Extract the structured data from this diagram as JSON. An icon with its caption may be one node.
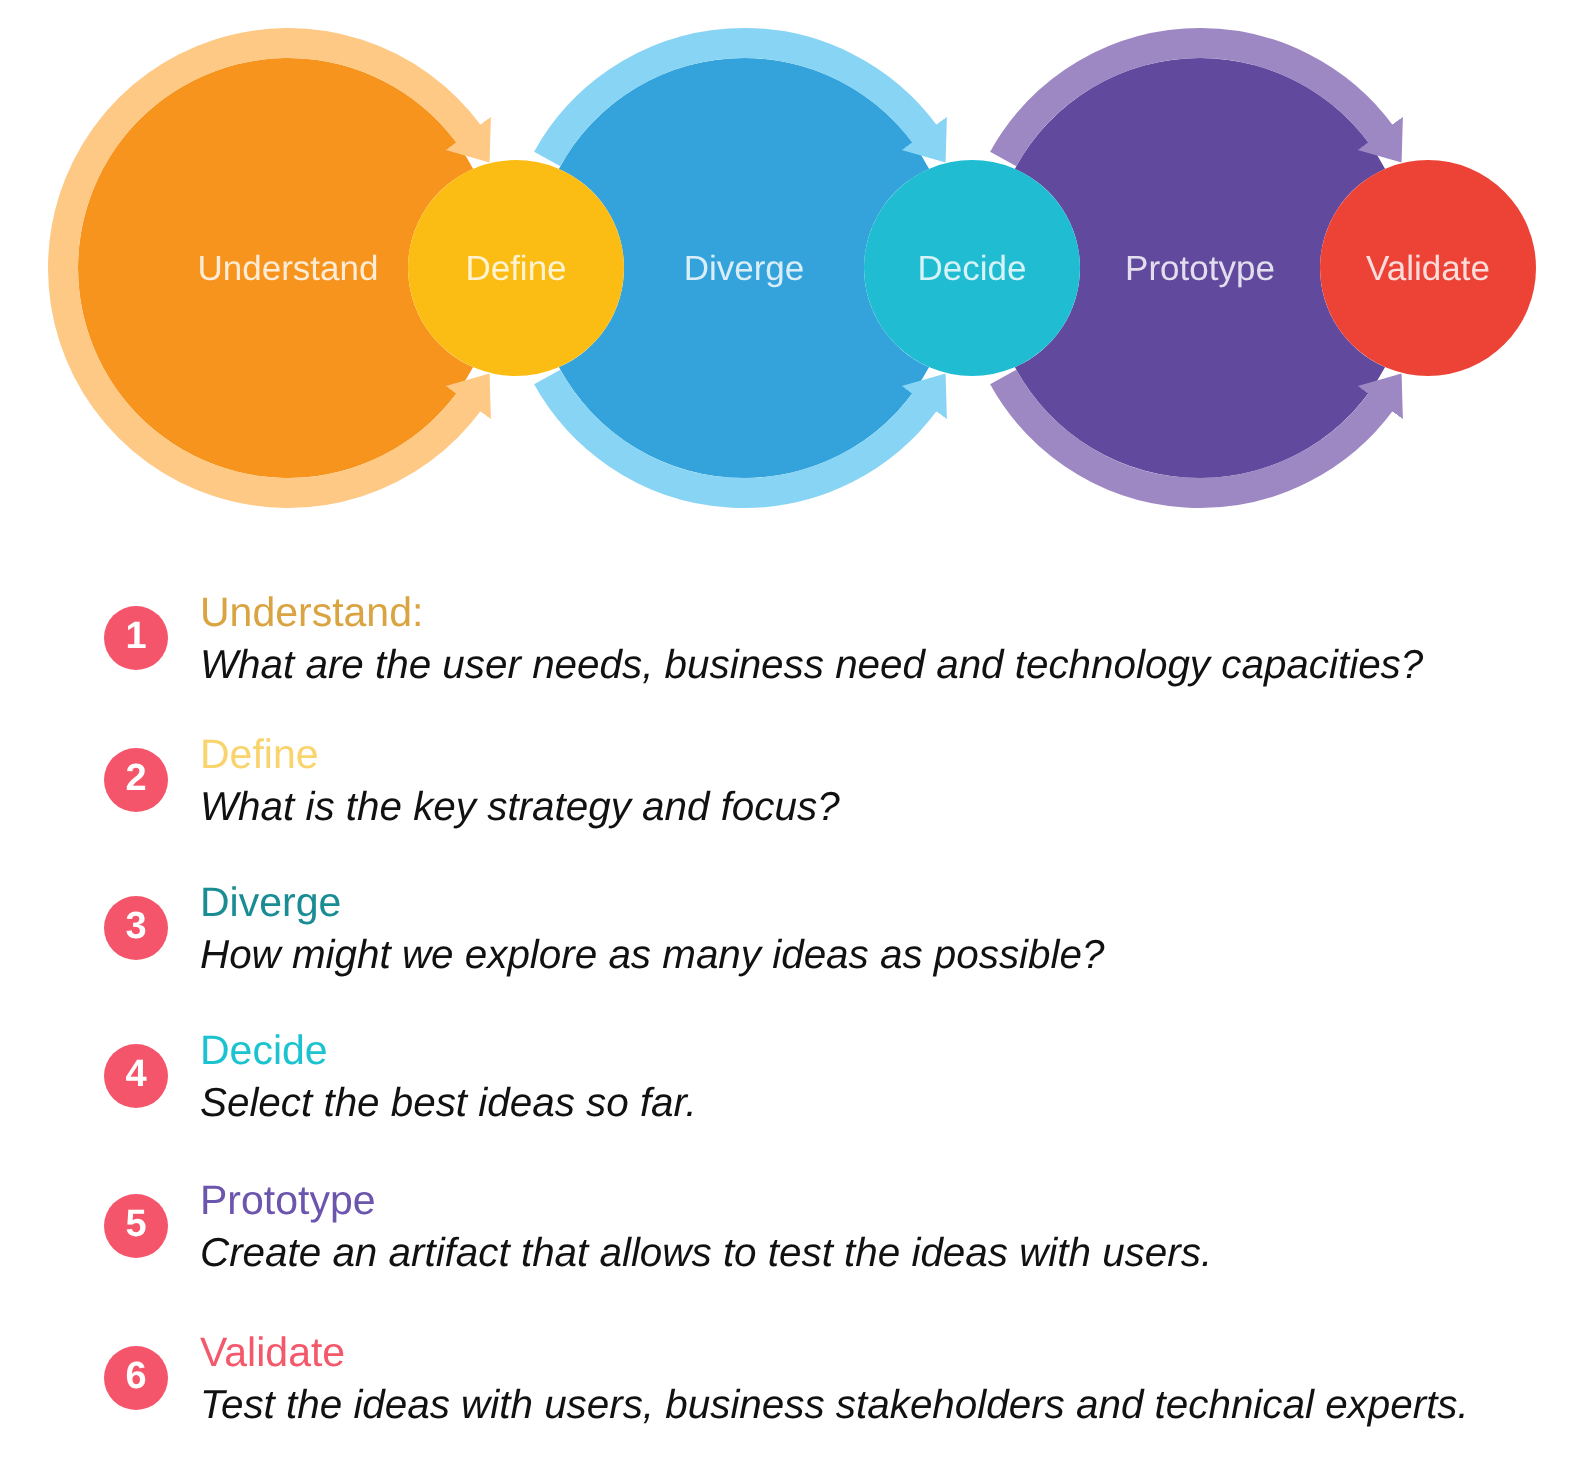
{
  "diagram": {
    "nodes": [
      {
        "text": [
          "Understand"
        ]
      },
      {
        "text": [
          "Define"
        ]
      },
      {
        "text": [
          "Diverge"
        ]
      },
      {
        "text": [
          "Decide"
        ]
      },
      {
        "text": [
          "Prototype"
        ]
      },
      {
        "text": [
          "Validate"
        ]
      },
      {
        "text": [
          "1"
        ],
        "beside": [
          "Understand:",
          "What are the user needs, business need and technology capacities?"
        ]
      },
      {
        "text": [
          "2"
        ],
        "beside": [
          "Define",
          "What is the key strategy and focus?"
        ]
      },
      {
        "text": [
          "3"
        ],
        "beside": [
          "Diverge",
          "How might we explore as many ideas as possible?"
        ]
      },
      {
        "text": [
          "4"
        ],
        "beside": [
          "Decide",
          "Select the best ideas so far."
        ]
      },
      {
        "text": [
          "5"
        ],
        "beside": [
          "Prototype",
          "Create an artifact that allows to test the ideas with users."
        ]
      },
      {
        "text": [
          "6"
        ],
        "beside": [
          "Validate",
          "Test the ideas with users, business stakeholders and technical experts."
        ]
      }
    ],
    "edges": [
      {
        "from": 0,
        "to": 1,
        "arrow": "to",
        "color": "#fdc985"
      },
      {
        "from": 0,
        "to": 1,
        "arrow": "to",
        "color": "#fdc985"
      },
      {
        "from": 2,
        "to": 3,
        "arrow": "to",
        "color": "#87d4f5"
      },
      {
        "from": 2,
        "to": 3,
        "arrow": "to",
        "color": "#87d4f5"
      },
      {
        "from": 4,
        "to": 5,
        "arrow": "to",
        "color": "#9d88c3"
      },
      {
        "from": 4,
        "to": 5,
        "arrow": "to",
        "color": "#9d88c3"
      }
    ]
  }
}
